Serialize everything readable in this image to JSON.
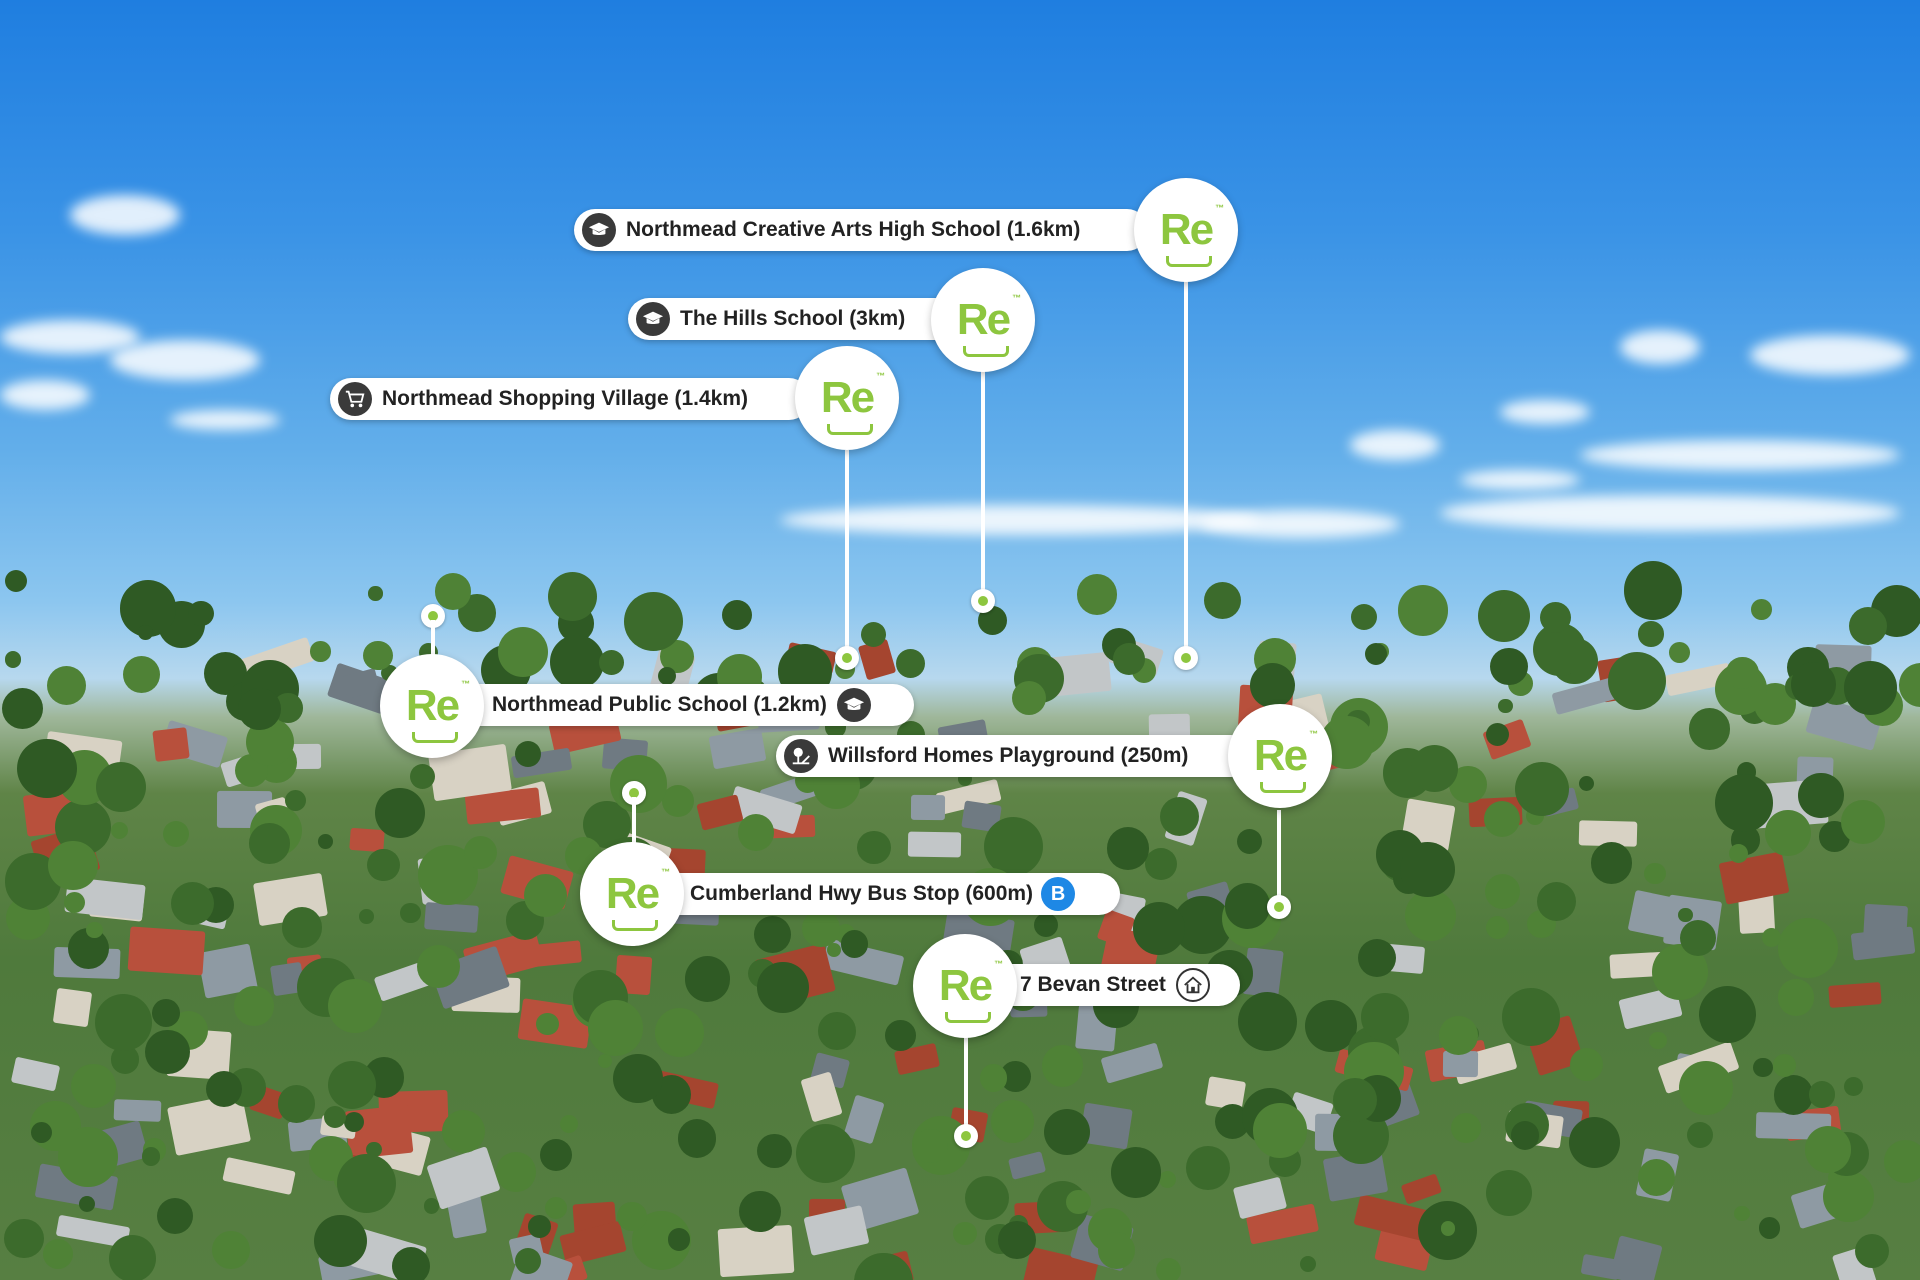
{
  "callouts": [
    {
      "id": "northmead-creative-arts",
      "label": "Northmead Creative Arts High School (1.6km)",
      "icon": "graduation-cap-icon"
    },
    {
      "id": "the-hills-school",
      "label": "The Hills School (3km)",
      "icon": "graduation-cap-icon"
    },
    {
      "id": "northmead-shopping",
      "label": "Northmead Shopping Village (1.4km)",
      "icon": "shopping-cart-icon"
    },
    {
      "id": "northmead-public",
      "label": "Northmead Public School (1.2km)",
      "icon": "graduation-cap-icon"
    },
    {
      "id": "willsford-playground",
      "label": "Willsford Homes Playground (250m)",
      "icon": "playground-tree-icon"
    },
    {
      "id": "bus-stop",
      "label": "Cumberland Hwy Bus Stop (600m)",
      "icon": "bus-b-icon"
    },
    {
      "id": "bevan-street",
      "label": "7 Bevan Street",
      "icon": "house-icon"
    }
  ],
  "logo": {
    "text": "Re",
    "tm": "™"
  },
  "bus_icon_letter": "B",
  "colors": {
    "brand_green": "#8dc63f",
    "bus_blue": "#1e88e5",
    "label_text": "#222222"
  }
}
